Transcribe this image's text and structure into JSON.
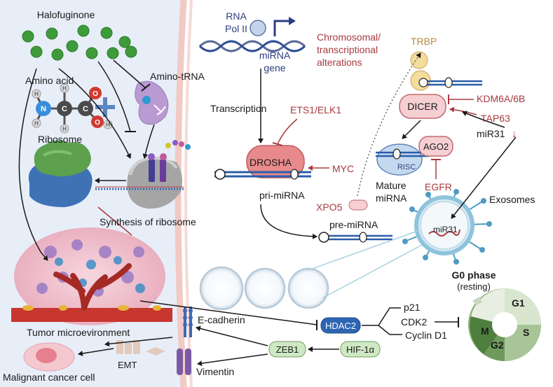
{
  "labels": {
    "halofuginone": "Halofuginone",
    "amino_acid": "Amino acid",
    "amino_trna": "Amino-tRNA",
    "ribosome": "Ribosome",
    "synthesis_of_ribosome": "Synthesis of ribosome",
    "tumor_microenvironment": "Tumor microevironment",
    "malignant_cancer_cell": "Malignant cancer cell",
    "emt": "EMT",
    "e_cadherin": "E-cadherin",
    "vimentin": "Vimentin",
    "zeb1": "ZEB1",
    "hif1a": "HIF-1α",
    "hdac2": "HDAC2",
    "p21": "p21",
    "cdk2": "CDK2",
    "cyclin_d1": "Cyclin D1",
    "rna_pol_line1": "RNA",
    "rna_pol_line2": "Pol II",
    "chromosomal_line1": "Chromosomal/",
    "chromosomal_line2": "transcriptional",
    "chromosomal_line3": "alterations",
    "mirna_gene_line1": "miRNA",
    "mirna_gene_line2": "gene",
    "transcription": "Transcription",
    "ets1_elk1": "ETS1/ELK1",
    "drosha": "DROSHA",
    "myc": "MYC",
    "pri_mirna": "pri-miRNA",
    "xpo5": "XPO5",
    "pre_mirna": "pre-miRNA",
    "trbp": "TRBP",
    "dicer": "DICER",
    "kdm6a": "KDM6A/6B",
    "tap63": "TAP63",
    "mir31": "miR31",
    "mir31_down": "↓",
    "ago2": "AGO2",
    "risc": "RISC",
    "egfr": "EGFR",
    "mature_line1": "Mature",
    "mature_line2": "miRNA",
    "exosomes": "Exosomes",
    "mir31_exosome": "miR31",
    "g0_phase": "G0 phase",
    "resting": "(resting)",
    "g1": "G1",
    "s": "S",
    "g2": "G2",
    "m": "M"
  },
  "colors": {
    "left_panel_bg": "#e7eef8",
    "membrane": "#f2c9c4",
    "inhibitor_red": "#a83a3f",
    "protein_blue": "#2d65b3",
    "pill_green": "#cfe8c4",
    "cycle_green": "#5f8f4e",
    "exosome_blue": "#8fc3dc"
  }
}
